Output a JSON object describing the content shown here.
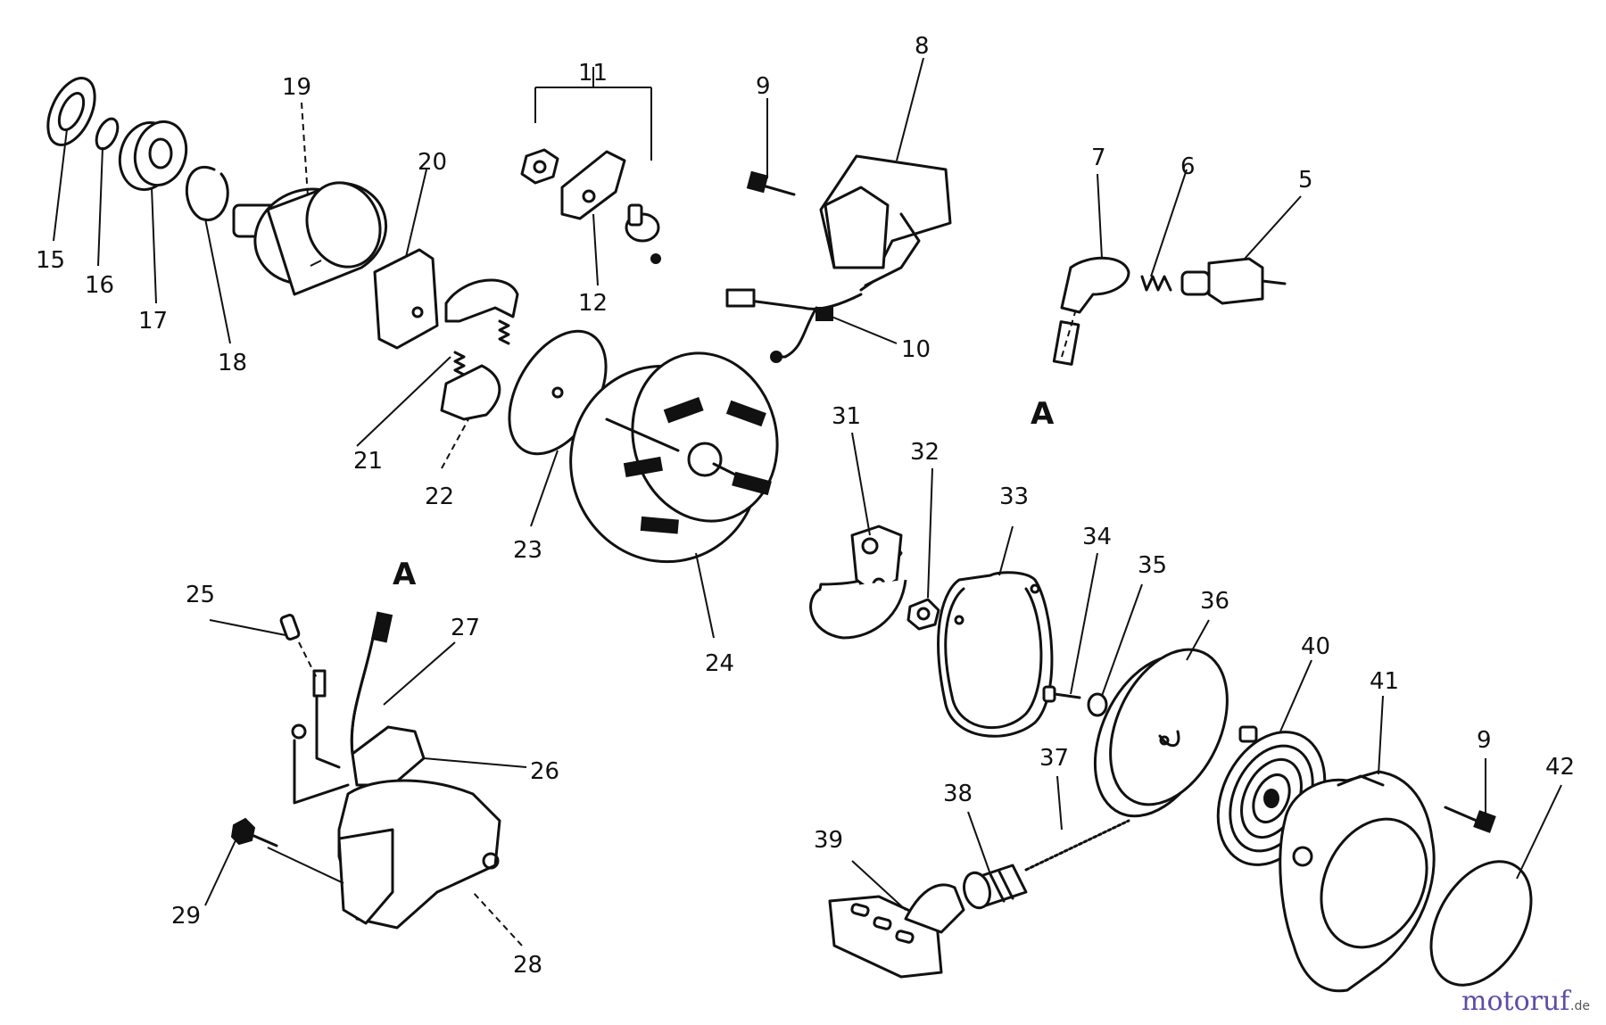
{
  "parts": {
    "p5": "5",
    "p6": "6",
    "p7": "7",
    "p8": "8",
    "p9a": "9",
    "p9b": "9",
    "p10": "10",
    "p11": "11",
    "p12": "12",
    "p15": "15",
    "p16": "16",
    "p17": "17",
    "p18": "18",
    "p19": "19",
    "p20": "20",
    "p21": "21",
    "p22": "22",
    "p23": "23",
    "p24": "24",
    "p25": "25",
    "p26": "26",
    "p27": "27",
    "p28": "28",
    "p29": "29",
    "p31": "31",
    "p32": "32",
    "p33": "33",
    "p34": "34",
    "p35": "35",
    "p36": "36",
    "p37": "37",
    "p38": "38",
    "p39": "39",
    "p40": "40",
    "p41": "41",
    "p42": "42"
  },
  "connector_a_top": "A",
  "connector_a_bottom": "A",
  "watermark": {
    "main": "motoruf",
    "suffix": ".de",
    "color_main": "#5b4ea8",
    "color_suffix": "#555555"
  }
}
